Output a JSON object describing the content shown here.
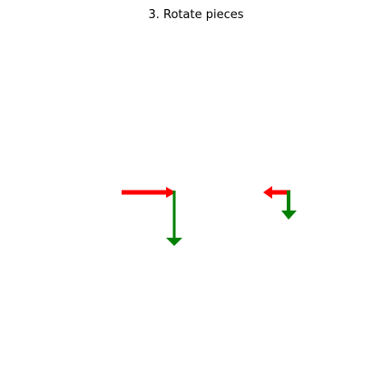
{
  "title": "3. Rotate pieces",
  "colors": {
    "background": "#ffffff",
    "first_segment": "#ff0000",
    "second_segment": "#008000"
  },
  "pieces": [
    {
      "name": "original-piece",
      "first_segment_direction": "right",
      "second_segment_direction": "down"
    },
    {
      "name": "rotated-piece",
      "first_segment_direction": "left",
      "second_segment_direction": "down"
    }
  ]
}
